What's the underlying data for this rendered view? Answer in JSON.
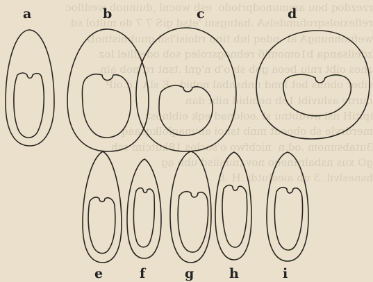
{
  "figure": {
    "top_labels": [
      "a",
      "b",
      "c",
      "d"
    ],
    "bottom_labels": [
      "e",
      "f",
      "g",
      "h",
      "i"
    ]
  },
  "show_through_text": "rzezdoq bou ammunodpriodo  esb wocnl ,duinuob wedfloc\nreflexiolsqrofumdelsA .hatugsni 'etsd giS 7 7 do miltol sd\nwefuonnungA at  ndeq lub tinn rdoisi'lsil gnubnistnoD\nzdeilsanqa b1omoml6 rebnogsroleq sob odeflliel loz\nzhos oibt rniu beoa gob sb o'b n'gnl .tsnt rd nob ain\nsiber obnus bet lnnd nnhshbal nobid  .E slA  .d.oiP\nnurdy asluvibl 1eb nembid nibt dan\nipitiH nsl nwdbtnu sl .oolonad eqk eiblnosz\nmerdrvle sb oboedt mnb tsnoi abunaqlolkqsaaq\n3utabsunom .od.n  nicbfwo o'soclos 18kutcim sch\ngO xus nsbalraneqo nov ,nuaiisd ubh ag\nhsneslvil .3 ub aieelutdi .H .8"
}
